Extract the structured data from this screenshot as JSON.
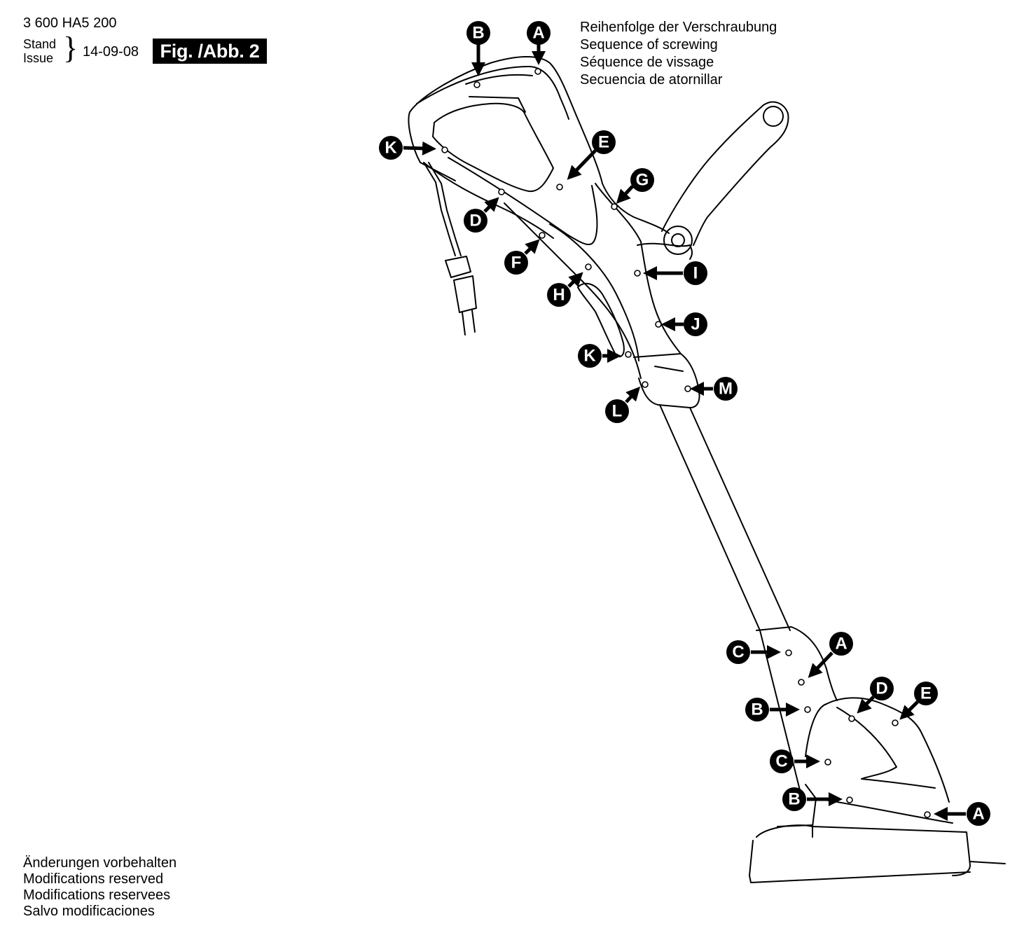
{
  "header": {
    "part_number": "3 600 HA5 200",
    "stand_label": "Stand",
    "issue_label": "Issue",
    "date": "14-09-08",
    "figure_label": "Fig. /Abb. 2"
  },
  "sequence_title": [
    "Reihenfolge der Verschraubung",
    "Sequence of screwing",
    "Séquence de vissage",
    "Secuencia de atornillar"
  ],
  "footer_notes": [
    "Änderungen vorbehalten",
    "Modifications reserved",
    "Modifications reservees",
    "Salvo modificaciones"
  ],
  "callouts": {
    "upper": [
      "B",
      "A",
      "K",
      "E",
      "G",
      "D",
      "F",
      "I",
      "H",
      "J",
      "K",
      "M",
      "L"
    ],
    "lower": [
      "A",
      "C",
      "B",
      "D",
      "E",
      "C",
      "B",
      "A"
    ]
  }
}
